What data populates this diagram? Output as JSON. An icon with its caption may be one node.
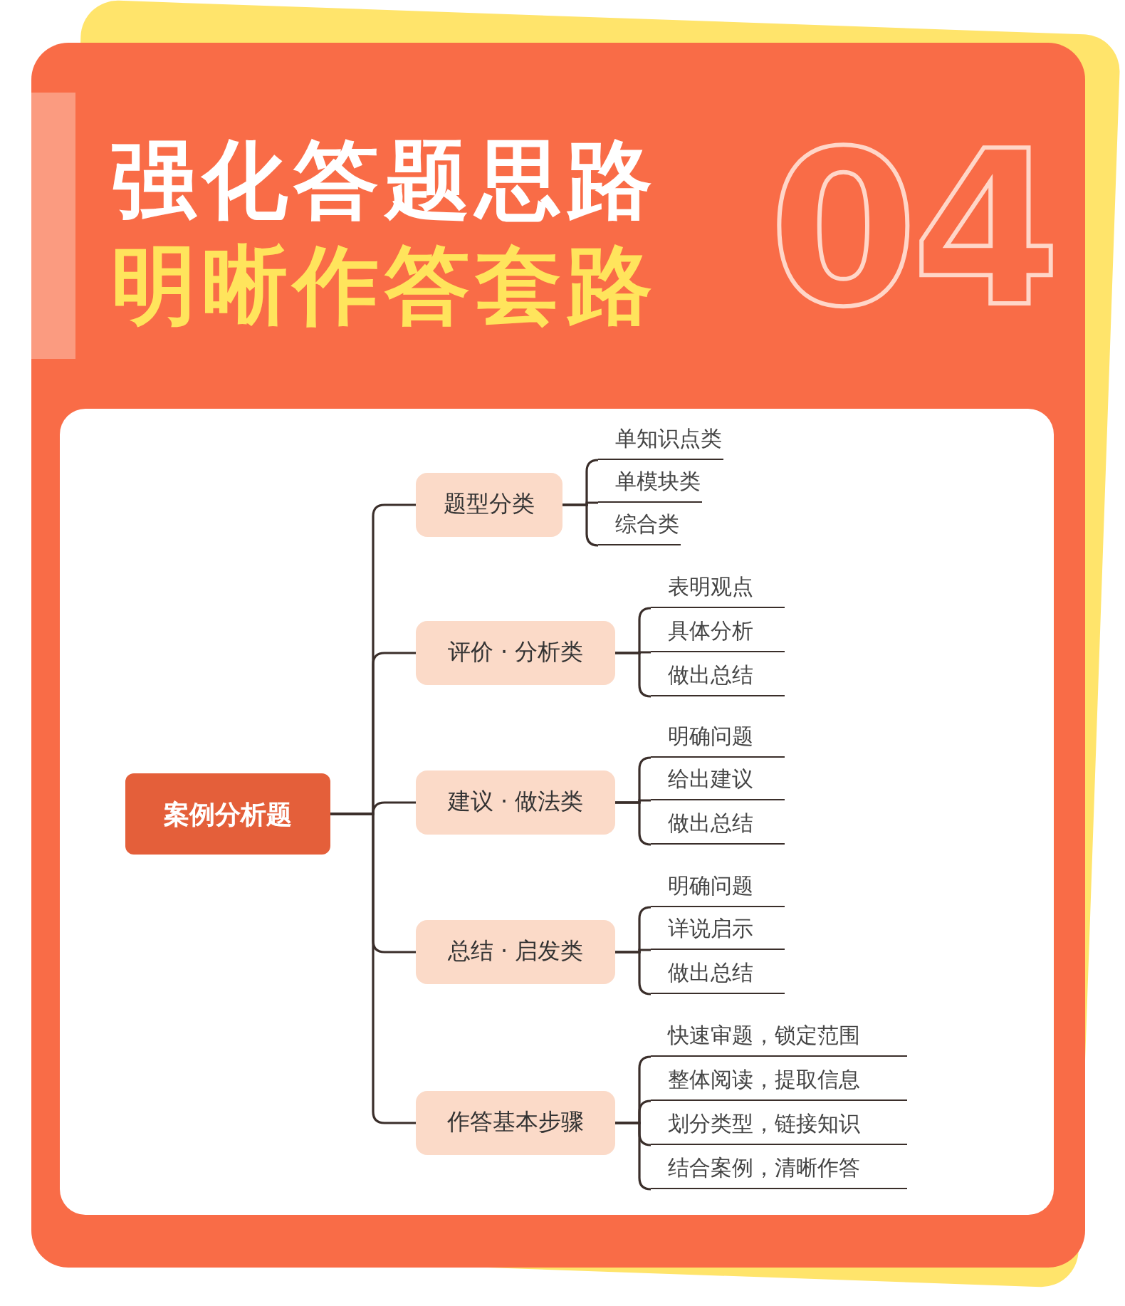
{
  "diagram": {
    "nodes": [
      {
        "text": [
          "案例分析题"
        ]
      },
      {
        "text": [
          "题型分类"
        ]
      },
      {
        "text": [
          "单知识点类"
        ]
      },
      {
        "text": [
          "单模块类"
        ]
      },
      {
        "text": [
          "综合类"
        ]
      },
      {
        "text": [
          "评价 · 分析类"
        ]
      },
      {
        "text": [
          "表明观点"
        ]
      },
      {
        "text": [
          "具体分析"
        ]
      },
      {
        "text": [
          "做出总结"
        ]
      },
      {
        "text": [
          "建议 · 做法类"
        ]
      },
      {
        "text": [
          "明确问题"
        ]
      },
      {
        "text": [
          "给出建议"
        ]
      },
      {
        "text": [
          "做出总结"
        ]
      },
      {
        "text": [
          "总结 · 启发类"
        ]
      },
      {
        "text": [
          "明确问题"
        ]
      },
      {
        "text": [
          "详说启示"
        ]
      },
      {
        "text": [
          "做出总结"
        ]
      },
      {
        "text": [
          "作答基本步骤"
        ]
      },
      {
        "text": [
          "快速审题，锁定范围"
        ]
      },
      {
        "text": [
          "整体阅读，提取信息"
        ]
      },
      {
        "text": [
          "划分类型，链接知识"
        ]
      },
      {
        "text": [
          "结合案例，清晰作答"
        ]
      }
    ],
    "edges": [
      {
        "from": 0,
        "to": 1,
        "arrow": "none"
      },
      {
        "from": 0,
        "to": 5,
        "arrow": "none"
      },
      {
        "from": 0,
        "to": 9,
        "arrow": "none"
      },
      {
        "from": 0,
        "to": 13,
        "arrow": "none"
      },
      {
        "from": 0,
        "to": 17,
        "arrow": "none"
      },
      {
        "from": 1,
        "to": 2,
        "arrow": "none"
      },
      {
        "from": 1,
        "to": 3,
        "arrow": "none"
      },
      {
        "from": 1,
        "to": 4,
        "arrow": "none"
      },
      {
        "from": 5,
        "to": 6,
        "arrow": "none"
      },
      {
        "from": 5,
        "to": 7,
        "arrow": "none"
      },
      {
        "from": 5,
        "to": 8,
        "arrow": "none"
      },
      {
        "from": 9,
        "to": 10,
        "arrow": "none"
      },
      {
        "from": 9,
        "to": 11,
        "arrow": "none"
      },
      {
        "from": 9,
        "to": 12,
        "arrow": "none"
      },
      {
        "from": 13,
        "to": 14,
        "arrow": "none"
      },
      {
        "from": 13,
        "to": 15,
        "arrow": "none"
      },
      {
        "from": 13,
        "to": 16,
        "arrow": "none"
      },
      {
        "from": 17,
        "to": 18,
        "arrow": "none"
      },
      {
        "from": 17,
        "to": 19,
        "arrow": "none"
      },
      {
        "from": 17,
        "to": 20,
        "arrow": "none"
      },
      {
        "from": 17,
        "to": 21,
        "arrow": "none"
      }
    ],
    "labels": [
      "强化答题思路",
      "明晰作答套路",
      "04"
    ]
  }
}
